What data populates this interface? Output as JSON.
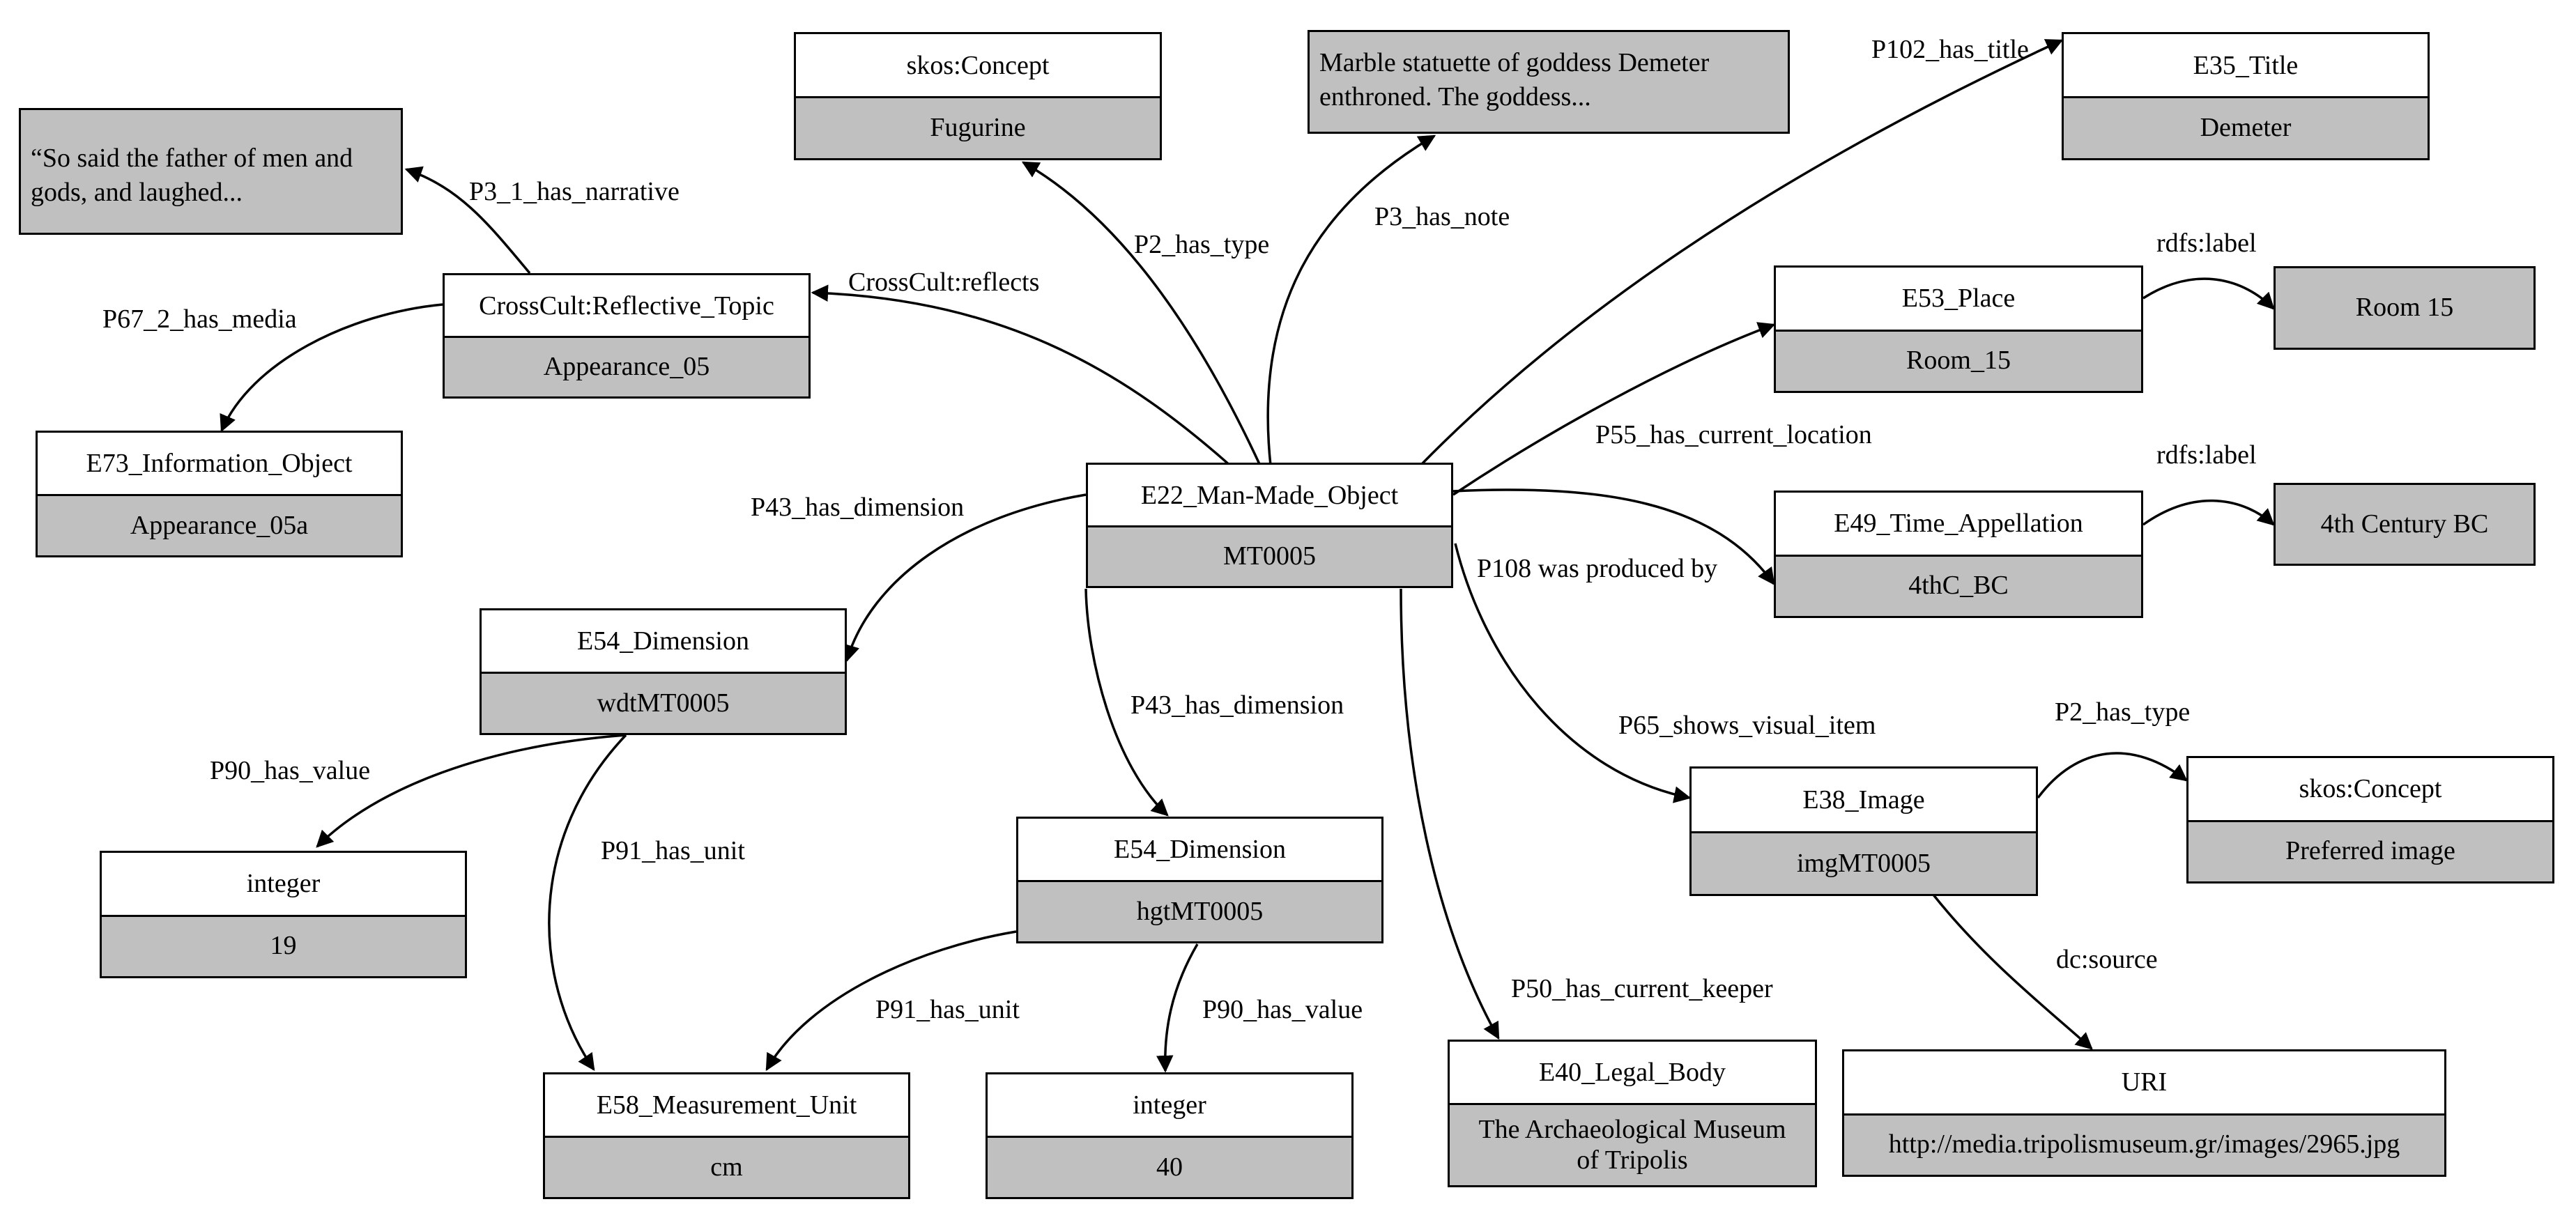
{
  "nodes": {
    "center": {
      "type": "E22_Man-Made_Object",
      "value": "MT0005"
    },
    "concept_type": {
      "type": "skos:Concept",
      "value": "Fugurine"
    },
    "title": {
      "type": "E35_Title",
      "value": "Demeter"
    },
    "place": {
      "type": "E53_Place",
      "value": "Room_15"
    },
    "time": {
      "type": "E49_Time_Appellation",
      "value": "4thC_BC"
    },
    "topic": {
      "type": "CrossCult:Reflective_Topic",
      "value": "Appearance_05"
    },
    "info": {
      "type": "E73_Information_Object",
      "value": "Appearance_05a"
    },
    "dim_w": {
      "type": "E54_Dimension",
      "value": "wdtMT0005"
    },
    "dim_h": {
      "type": "E54_Dimension",
      "value": "hgtMT0005"
    },
    "int19": {
      "type": "integer",
      "value": "19"
    },
    "int40": {
      "type": "integer",
      "value": "40"
    },
    "unit": {
      "type": "E58_Measurement_Unit",
      "value": "cm"
    },
    "keeper": {
      "type": "E40_Legal_Body",
      "value": "The Archaeological Museum of Tripolis"
    },
    "image": {
      "type": "E38_Image",
      "value": "imgMT0005"
    },
    "concept_img": {
      "type": "skos:Concept",
      "value": "Preferred image"
    },
    "uri": {
      "type": "URI",
      "value": "http://media.tripolismuseum.gr/images/2965.jpg"
    }
  },
  "literals": {
    "note": "Marble statuette of goddess Demeter enthroned. The goddess...",
    "narrative": "“So said the father of men and gods, and laughed...",
    "room_label": "Room 15",
    "time_label": "4th Century BC"
  },
  "edges": {
    "has_title": "P102_has_title",
    "has_note": "P3_has_note",
    "has_type": "P2_has_type",
    "reflects": "CrossCult:reflects",
    "has_narrative": "P3_1_has_narrative",
    "has_media": "P67_2_has_media",
    "rdfs_place": "rdfs:label",
    "current_location": "P55_has_current_location",
    "rdfs_time": "rdfs:label",
    "produced_by": "P108 was produced by",
    "dim_w": "P43_has_dimension",
    "dim_h": "P43_has_dimension",
    "value_19": "P90_has_value",
    "unit_w": "P91_has_unit",
    "unit_h": "P91_has_unit",
    "value_40": "P90_has_value",
    "current_keeper": "P50_has_current_keeper",
    "visual_item": "P65_shows_visual_item",
    "img_type": "P2_has_type",
    "dc_source": "dc:source"
  }
}
